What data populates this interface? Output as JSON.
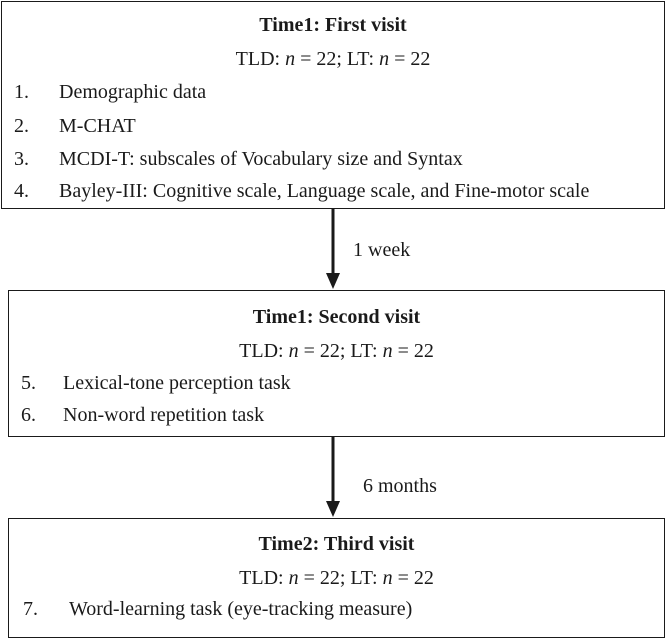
{
  "visits": [
    {
      "title": "Time1: First visit",
      "group_a": "TLD: ",
      "group_a_n": "n",
      "group_a_val": " = 22; LT: ",
      "group_b_n": "n",
      "group_b_val": " = 22",
      "items": [
        {
          "num": "1.",
          "text": "Demographic data"
        },
        {
          "num": "2.",
          "text": "M-CHAT"
        },
        {
          "num": "3.",
          "text": "MCDI-T: subscales of Vocabulary size and Syntax"
        },
        {
          "num": "4.",
          "text": "Bayley-III: Cognitive scale, Language scale, and Fine-motor scale"
        }
      ]
    },
    {
      "title": "Time1: Second visit",
      "group_a": "TLD: ",
      "group_a_n": "n",
      "group_a_val": " = 22; LT: ",
      "group_b_n": "n",
      "group_b_val": " = 22",
      "items": [
        {
          "num": "5.",
          "text": "Lexical-tone perception task"
        },
        {
          "num": "6.",
          "text": "Non-word repetition task"
        }
      ]
    },
    {
      "title": "Time2: Third visit",
      "group_a": "TLD: ",
      "group_a_n": "n",
      "group_a_val": " = 22; LT: ",
      "group_b_n": "n",
      "group_b_val": " = 22",
      "items": [
        {
          "num": "7.",
          "text": "Word-learning task (eye-tracking measure)"
        }
      ]
    }
  ],
  "arrows": [
    {
      "label": "1 week"
    },
    {
      "label": "6 months"
    }
  ]
}
